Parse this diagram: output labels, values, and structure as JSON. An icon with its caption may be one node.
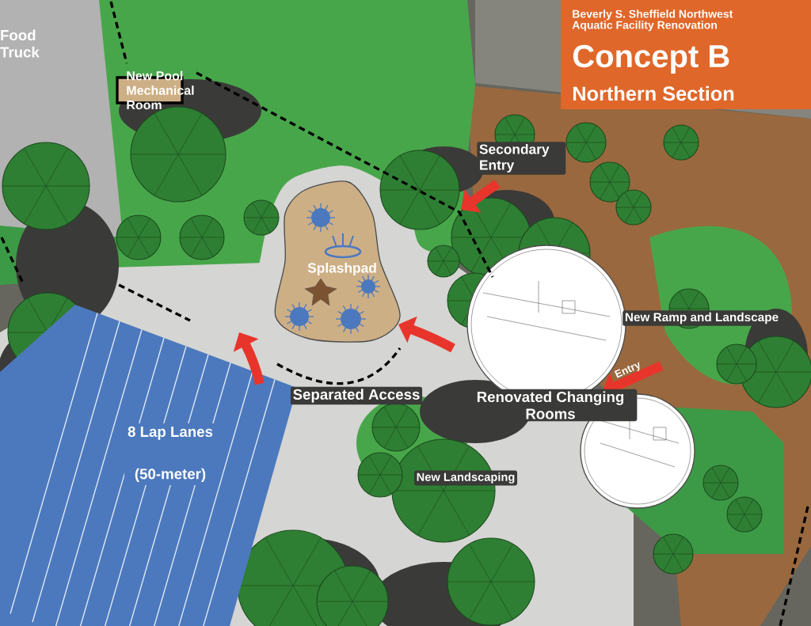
{
  "diagram": {
    "title": "Beverly S. Sheffield Northwest Aquatic Facility Renovation",
    "nodes": [
      {
        "text": [
          "Food Truck"
        ]
      },
      {
        "text": [
          "New Pool Mechanical Room"
        ]
      },
      {
        "text": [
          "Splashpad"
        ]
      },
      {
        "text": [
          "8 Lap Lanes",
          "(50-meter)"
        ]
      }
    ],
    "labels": [
      "Concept B",
      "Northern Section",
      "Secondary Entry",
      "New Ramp and Landscape",
      "Separated Access",
      "Entry",
      "Renovated Changing Rooms",
      "New Landscaping"
    ]
  }
}
